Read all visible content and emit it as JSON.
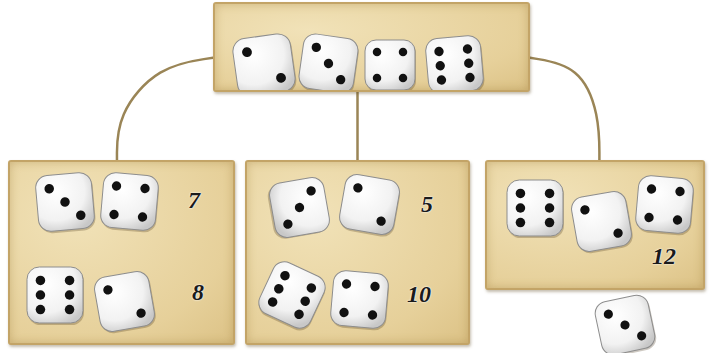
{
  "diagram": {
    "nodes": [
      {
        "text": []
      },
      {
        "text": [
          "7",
          "8"
        ]
      },
      {
        "text": [
          "5",
          "10"
        ]
      },
      {
        "text": [
          "12"
        ]
      }
    ],
    "edges": [
      {
        "from": 0,
        "to": 1,
        "arrow": "none"
      },
      {
        "from": 0,
        "to": 2,
        "arrow": "none"
      },
      {
        "from": 0,
        "to": 3,
        "arrow": "none"
      }
    ]
  }
}
